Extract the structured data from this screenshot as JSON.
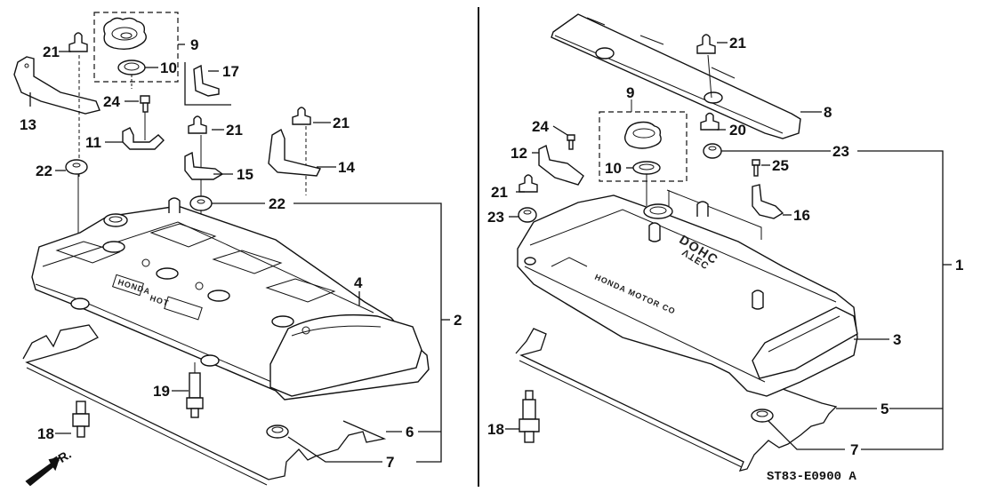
{
  "diagram": {
    "title": "Cylinder Head Cover exploded parts diagram",
    "reference_code": "ST83-E0900 A",
    "direction_indicator": "FR.",
    "left_view": {
      "callouts": [
        {
          "id": "c-l-21a",
          "label": "21"
        },
        {
          "id": "c-l-9",
          "label": "9"
        },
        {
          "id": "c-l-10",
          "label": "10"
        },
        {
          "id": "c-l-17",
          "label": "17"
        },
        {
          "id": "c-l-13",
          "label": "13"
        },
        {
          "id": "c-l-24",
          "label": "24"
        },
        {
          "id": "c-l-11",
          "label": "11"
        },
        {
          "id": "c-l-21b",
          "label": "21"
        },
        {
          "id": "c-l-21c",
          "label": "21"
        },
        {
          "id": "c-l-15",
          "label": "15"
        },
        {
          "id": "c-l-14",
          "label": "14"
        },
        {
          "id": "c-l-22a",
          "label": "22"
        },
        {
          "id": "c-l-22b",
          "label": "22"
        },
        {
          "id": "c-l-4",
          "label": "4"
        },
        {
          "id": "c-l-2",
          "label": "2"
        },
        {
          "id": "c-l-19",
          "label": "19"
        },
        {
          "id": "c-l-18",
          "label": "18"
        },
        {
          "id": "c-l-6",
          "label": "6"
        },
        {
          "id": "c-l-7",
          "label": "7"
        }
      ],
      "cover_emboss": [
        "HONDA",
        "HOT"
      ]
    },
    "right_view": {
      "callouts": [
        {
          "id": "c-r-21a",
          "label": "21"
        },
        {
          "id": "c-r-8",
          "label": "8"
        },
        {
          "id": "c-r-9",
          "label": "9"
        },
        {
          "id": "c-r-24",
          "label": "24"
        },
        {
          "id": "c-r-20",
          "label": "20"
        },
        {
          "id": "c-r-12",
          "label": "12"
        },
        {
          "id": "c-r-23a",
          "label": "23"
        },
        {
          "id": "c-r-25",
          "label": "25"
        },
        {
          "id": "c-r-10",
          "label": "10"
        },
        {
          "id": "c-r-21b",
          "label": "21"
        },
        {
          "id": "c-r-16",
          "label": "16"
        },
        {
          "id": "c-r-23b",
          "label": "23"
        },
        {
          "id": "c-r-1",
          "label": "1"
        },
        {
          "id": "c-r-3",
          "label": "3"
        },
        {
          "id": "c-r-18",
          "label": "18"
        },
        {
          "id": "c-r-5",
          "label": "5"
        },
        {
          "id": "c-r-7",
          "label": "7"
        }
      ],
      "cover_emboss": [
        "DOHC",
        "VTEC",
        "HONDA MOTOR CO"
      ]
    }
  }
}
